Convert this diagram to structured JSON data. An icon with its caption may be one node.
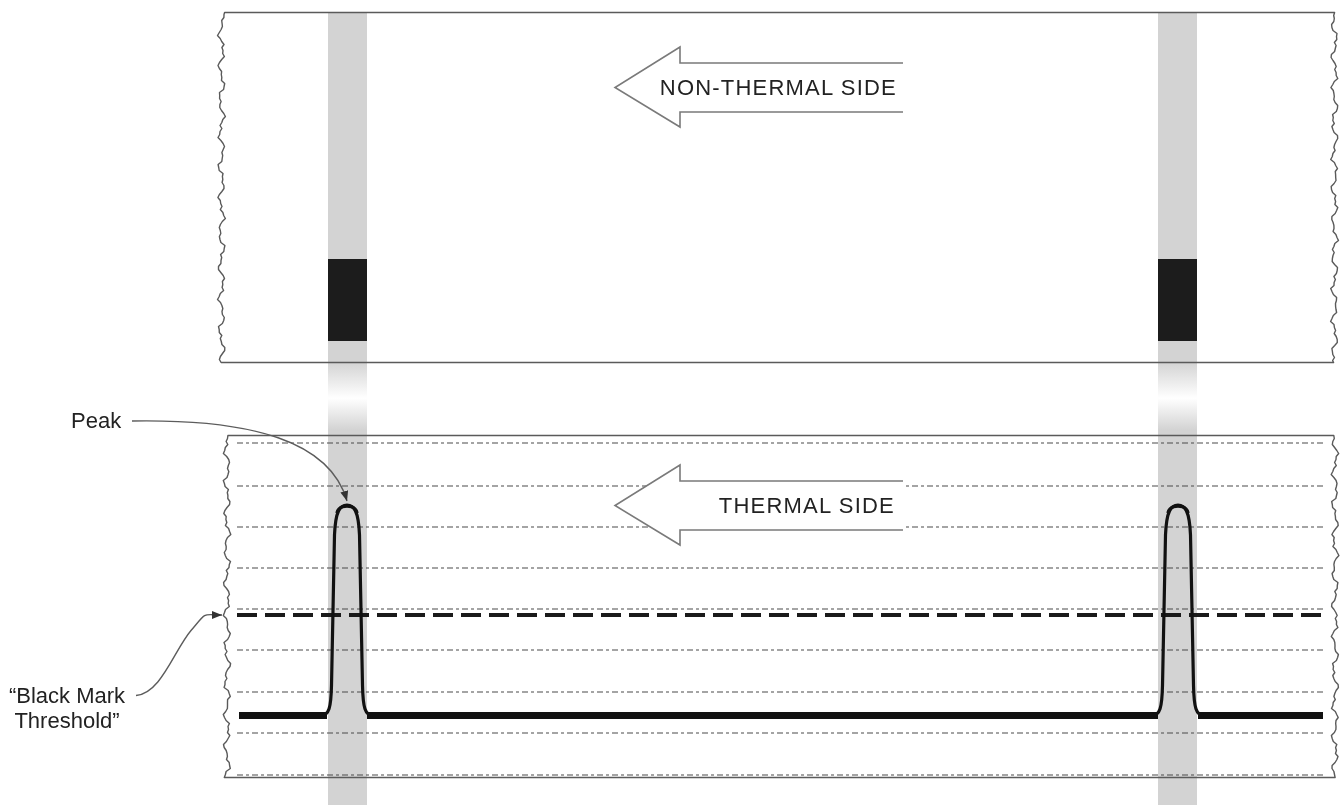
{
  "diagram": {
    "nodes": [
      {
        "text": [],
        "shape": "box"
      },
      {
        "text": [
          "NON-THERMAL SIDE"
        ],
        "in": 0
      },
      {
        "text": [
          "Peak"
        ]
      },
      {
        "text": [],
        "shape": "box"
      },
      {
        "text": [
          "THERMAL SIDE"
        ],
        "in": 3
      },
      {
        "text": [],
        "shape": "curve",
        "in": 3
      },
      {
        "text": [
          "“Black Mark Threshold”"
        ]
      }
    ],
    "edges": [
      {
        "from": 2,
        "to": 5,
        "arrow": "to"
      },
      {
        "from": 6,
        "to": 3,
        "arrow": "to"
      }
    ]
  }
}
